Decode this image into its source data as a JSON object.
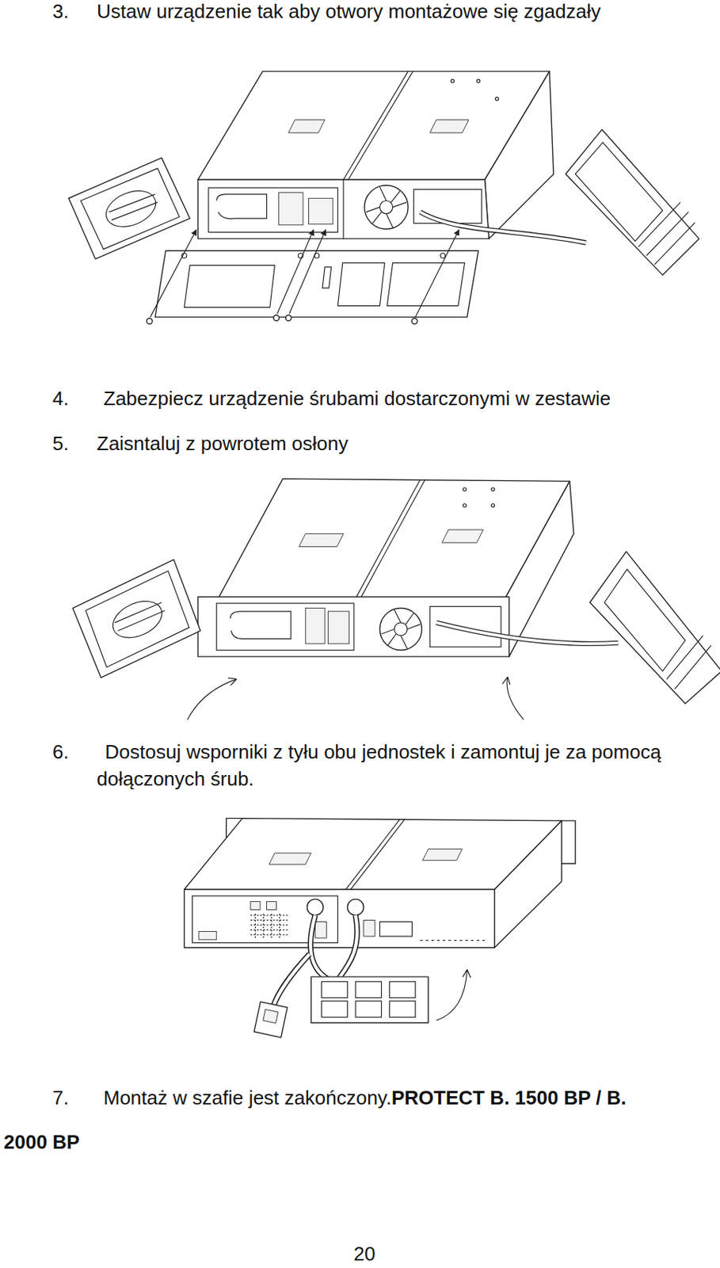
{
  "diagram": {
    "labels": [
      "3.",
      "Ustaw urządzenie tak aby otwory montażowe się zgadzały",
      "4.",
      "Zabezpiecz urządzenie śrubami dostarczonymi w zestawie",
      "5.",
      "Zaisntaluj z powrotem osłony",
      "6.",
      "Dostosuj wsporniki z tyłu obu jednostek i zamontuj je za pomocą dołączonych śrub.",
      "7.",
      "Montaż w szafie jest zakończony.",
      "PROTECT B. 1500 BP / B. 2000 BP",
      "20"
    ]
  }
}
